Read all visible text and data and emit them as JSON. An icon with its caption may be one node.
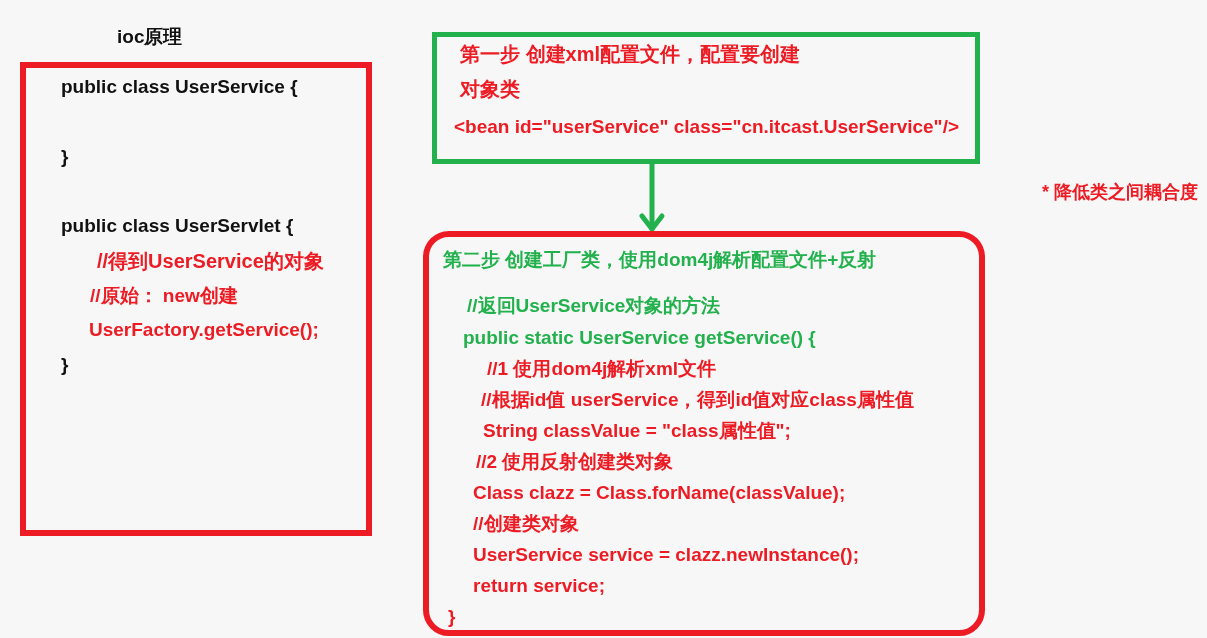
{
  "diagram": {
    "title": "ioc原理",
    "nodes": [
      {
        "text": [
          "public class UserService {",
          "}",
          "public class UserServlet {",
          "//得到UserService的对象",
          "//原始： new创建",
          "UserFactory.getService();",
          "}"
        ]
      },
      {
        "text": [
          "第一步 创建xml配置文件，配置要创建对象类",
          "<bean id=\"userService\" class=\"cn.itcast.UserService\"/>"
        ]
      },
      {
        "text": [
          "第二步 创建工厂类，使用dom4j解析配置文件+反射",
          "//返回UserService对象的方法",
          "public static UserService getService() {",
          "//1 使用dom4j解析xml文件",
          "//根据id值 userService，得到id值对应class属性值",
          "String classValue = \"class属性值\";",
          "//2 使用反射创建类对象",
          "Class clazz = Class.forName(classValue);",
          "//创建类对象",
          "UserService service = clazz.newInstance();",
          "return service;",
          "}"
        ]
      }
    ],
    "edges": [
      {
        "from": 1,
        "to": 2,
        "arrow": "to",
        "color": "#22b14c"
      }
    ],
    "labels": [
      "* 降低类之间耦合度"
    ]
  }
}
